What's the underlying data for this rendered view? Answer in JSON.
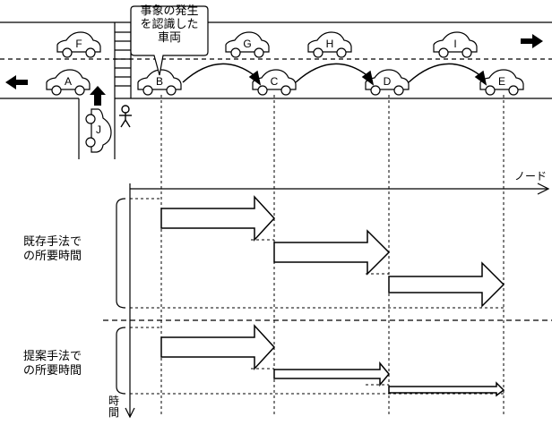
{
  "callout": {
    "text": "事象の発生\nを認識した\n車両"
  },
  "cars_lower": [
    "A",
    "B",
    "C",
    "D",
    "E"
  ],
  "cars_upper": [
    "F",
    "G",
    "H",
    "I"
  ],
  "parked_car": "J",
  "axis": {
    "node_label": "ノード",
    "time_label": "時\n間"
  },
  "methods": [
    {
      "label": "既存手法で\nの所要時間"
    },
    {
      "label": "提案手法で\nの所要時間"
    }
  ],
  "colors": {
    "stroke": "#000000",
    "fill": "#ffffff"
  },
  "icons": [
    "arrow-left-icon",
    "arrow-right-icon",
    "arrow-up-icon",
    "pedestrian-icon",
    "crosswalk-icon"
  ]
}
